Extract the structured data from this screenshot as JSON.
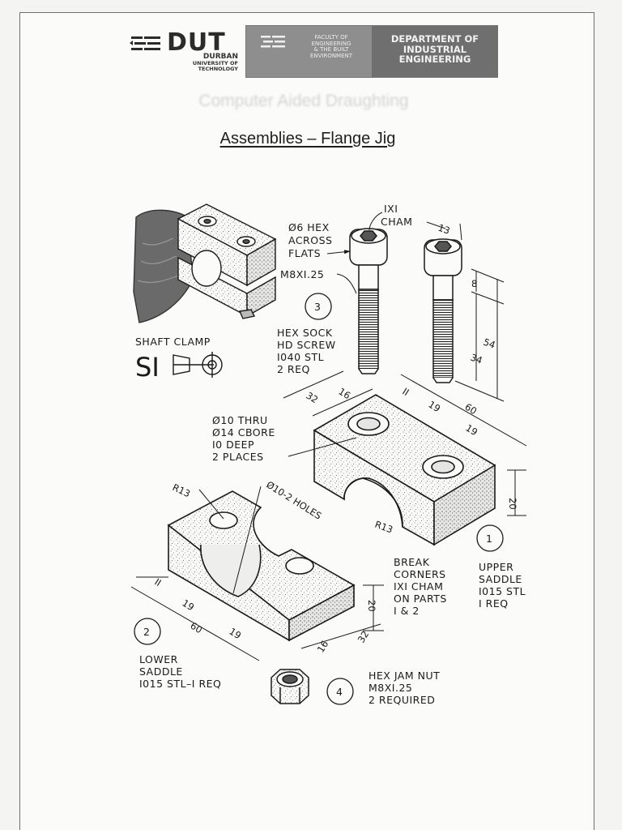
{
  "header": {
    "logo_word": "DUT",
    "logo_lines": [
      "DURBAN",
      "UNIVERSITY OF",
      "TECHNOLOGY"
    ],
    "faculty": "FACULTY OF\nENGINEERING\n& THE BUILT\nENVIRONMENT",
    "department": "DEPARTMENT OF\nINDUSTRIAL\nENGINEERING",
    "faded_heading": "Computer Aided Draughting"
  },
  "page_title": "Assemblies – Flange Jig",
  "drawing": {
    "shaft_clamp": {
      "caption": "SHAFT CLAMP",
      "symbol": "SI"
    },
    "screw_notes": {
      "chamfer": [
        "IXI",
        "CHAM"
      ],
      "hex": [
        "Ø6 HEX",
        "ACROSS",
        "FLATS"
      ],
      "thread": "M8XI.25"
    },
    "dimensions": {
      "screw_head": "13",
      "screw_top": "8",
      "screw_len": "54",
      "screw_thread": "34",
      "upper_32": "32",
      "upper_16": "16",
      "upper_11": "II",
      "upper_19a": "19",
      "upper_60": "60",
      "upper_19b": "19",
      "upper_20": "20",
      "upper_r13": "R13",
      "lower_r13": "R13",
      "lower_holes": "Ø10-2 HOLES",
      "lower_11": "II",
      "lower_19a": "19",
      "lower_60": "60",
      "lower_19b": "19",
      "lower_20": "20",
      "lower_16": "16",
      "lower_32": "32"
    },
    "hole_note": [
      "Ø10 THRU",
      "Ø14 CBORE",
      "I0 DEEP",
      "2 PLACES"
    ],
    "parts": [
      {
        "num": "3",
        "lines": [
          "HEX SOCK",
          "HD SCREW",
          "I040 STL",
          "2 REQ"
        ]
      },
      {
        "num": "1",
        "lines": [
          "UPPER",
          "SADDLE",
          "I015 STL",
          "I REQ"
        ]
      },
      {
        "num": "2",
        "lines": [
          "LOWER",
          "SADDLE",
          "I015 STL–I REQ"
        ]
      },
      {
        "num": "4",
        "lines": [
          "HEX JAM NUT",
          "M8XI.25",
          "2 REQUIRED"
        ]
      }
    ],
    "break_note": [
      "BREAK",
      "CORNERS",
      "IXI CHAM",
      "ON PARTS",
      "I & 2"
    ]
  }
}
